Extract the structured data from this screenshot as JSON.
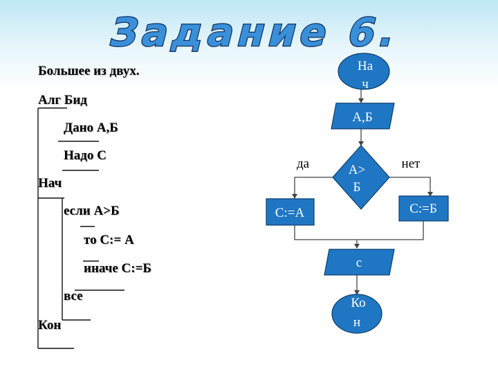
{
  "title": "Задание 6.",
  "algorithm": {
    "heading": "Большее из двух.",
    "lines": [
      "Алг Бид",
      "Дано А,Б",
      "Надо С",
      "Нач",
      "если А>Б",
      "то С:= А",
      "иначе С:=Б",
      "все",
      "Кон"
    ]
  },
  "flowchart": {
    "start_line1": "На",
    "start_line2": "ч",
    "input": "А,Б",
    "condition_line1": "А>",
    "condition_line2": "Б",
    "yes_label": "да",
    "no_label": "нет",
    "assign_yes": "С:=А",
    "assign_no": "С:=Б",
    "output": "с",
    "end_line1": "Ко",
    "end_line2": "н",
    "shape_color": "#1f77c4",
    "shape_stroke": "#0a3d6b",
    "text_color": "#ffffff"
  },
  "colors": {
    "title_fill": "#3a8fd9",
    "title_stroke": "#0d2f5f",
    "background_top": "#bfe7f5"
  }
}
